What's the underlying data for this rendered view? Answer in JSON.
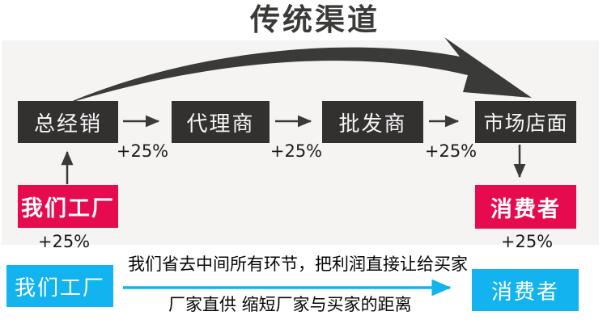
{
  "title": "传统渠道",
  "traditional_flow": {
    "nodes": [
      "总经销",
      "代理商",
      "批发商",
      "市场店面"
    ],
    "step_markups": [
      "+25%",
      "+25%",
      "+25%"
    ],
    "factory": {
      "label": "我们工厂",
      "markup": "+25%"
    },
    "consumer": {
      "label": "消费者",
      "markup": "+25%"
    }
  },
  "direct_flow": {
    "factory_label": "我们工厂",
    "consumer_label": "消费者",
    "line1": "我们省去中间所有环节，把利润直接让给买家",
    "line2": "厂家直供 缩短厂家与买家的距离"
  },
  "icons": {
    "curved_arrow": "tapered swoosh arrow over traditional chain",
    "flow_arrow": "→",
    "up_arrow": "↑",
    "down_arrow": "↓",
    "direct_arrow": "→"
  },
  "colors": {
    "box_dark": "#333130",
    "box_red": "#e60a4f",
    "box_cyan": "#12b3ee",
    "panel_gray": "#f5f4f2",
    "arrow_dark": "#3a3a38"
  }
}
